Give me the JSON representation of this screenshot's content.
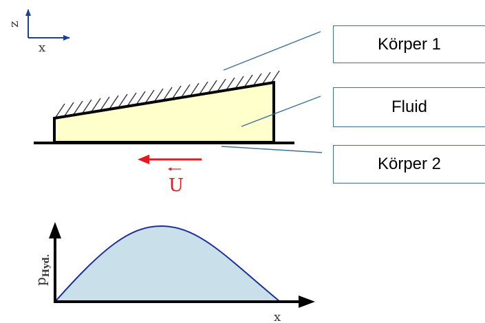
{
  "axes_icon": {
    "vertical_label": "z",
    "horizontal_label": "x"
  },
  "labels": {
    "body1": "Körper 1",
    "fluid": "Fluid",
    "body2": "Körper 2"
  },
  "velocity": {
    "symbol": "U",
    "color": "#e8171d"
  },
  "pressure_plot": {
    "y_label_main": "p",
    "y_label_sub": "Hyd.",
    "x_label": "x",
    "fill_color": "#c9dfea",
    "curve_color": "#1c2d9c"
  },
  "colors": {
    "fluid_fill": "#ffffcc",
    "leader_line": "#3a6f96"
  }
}
